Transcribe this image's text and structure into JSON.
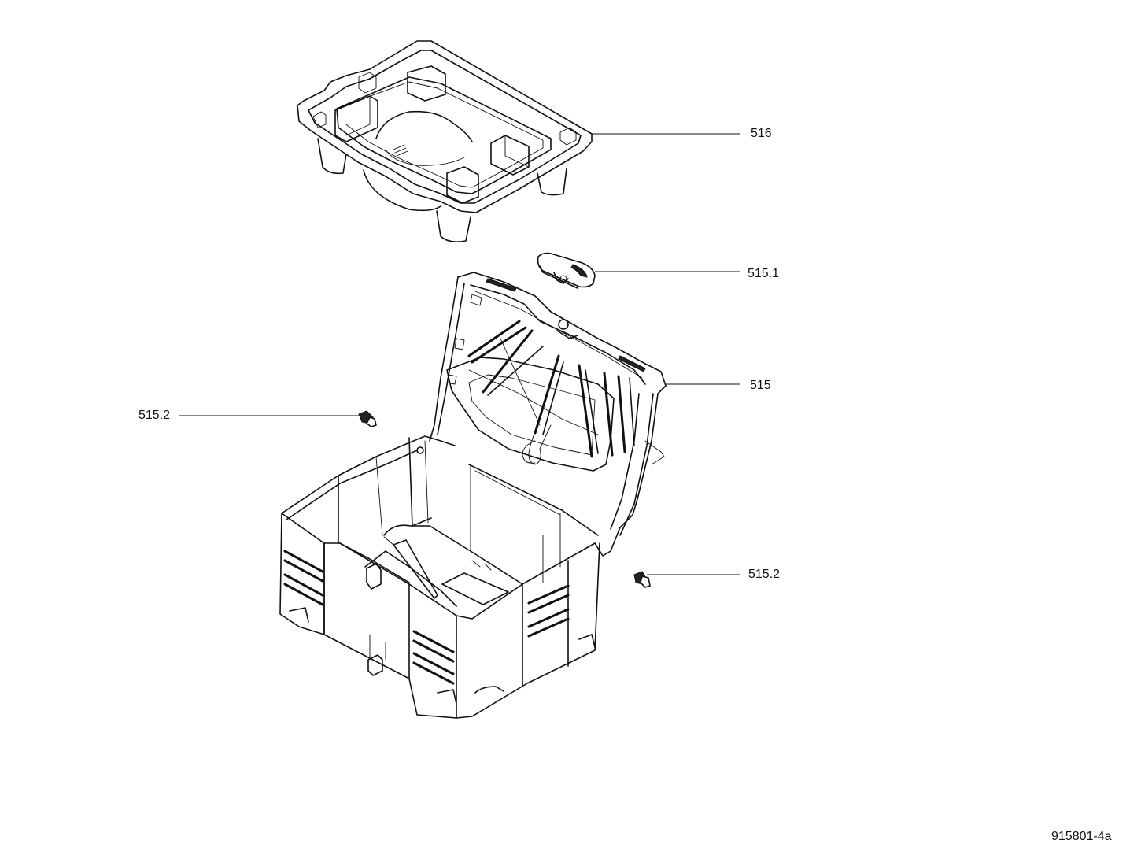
{
  "diagram": {
    "drawing_number": "915801-4a",
    "parts": [
      {
        "id": "516",
        "label": "516",
        "component": "insert-tray"
      },
      {
        "id": "515.1",
        "label": "515.1",
        "component": "latch"
      },
      {
        "id": "515",
        "label": "515",
        "component": "case-with-lid"
      },
      {
        "id": "515.2-left",
        "label": "515.2",
        "component": "hinge-pin-left"
      },
      {
        "id": "515.2-right",
        "label": "515.2",
        "component": "hinge-pin-right"
      }
    ]
  }
}
